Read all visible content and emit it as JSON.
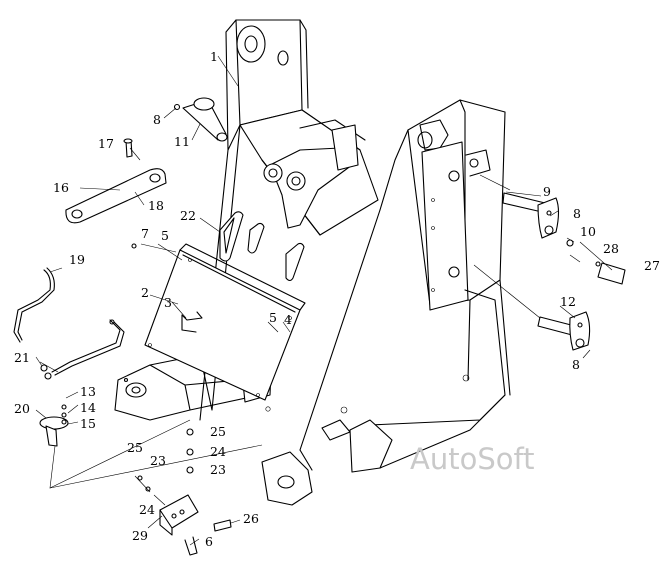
{
  "diagram": {
    "watermark": "AutoSoft",
    "callouts": {
      "c1": "1",
      "c2": "2",
      "c3": "3",
      "c4": "4",
      "c5a": "5",
      "c5b": "5",
      "c6": "6",
      "c7": "7",
      "c8a": "8",
      "c8b": "8",
      "c8c": "8",
      "c9": "9",
      "c10": "10",
      "c11": "11",
      "c12": "12",
      "c13": "13",
      "c14": "14",
      "c15": "15",
      "c16": "16",
      "c17": "17",
      "c18": "18",
      "c19": "19",
      "c20": "20",
      "c21": "21",
      "c22": "22",
      "c23a": "23",
      "c23b": "23",
      "c24a": "24",
      "c24b": "24",
      "c25a": "25",
      "c25b": "25",
      "c26": "26",
      "c27": "27",
      "c28": "28",
      "c29": "29"
    }
  }
}
